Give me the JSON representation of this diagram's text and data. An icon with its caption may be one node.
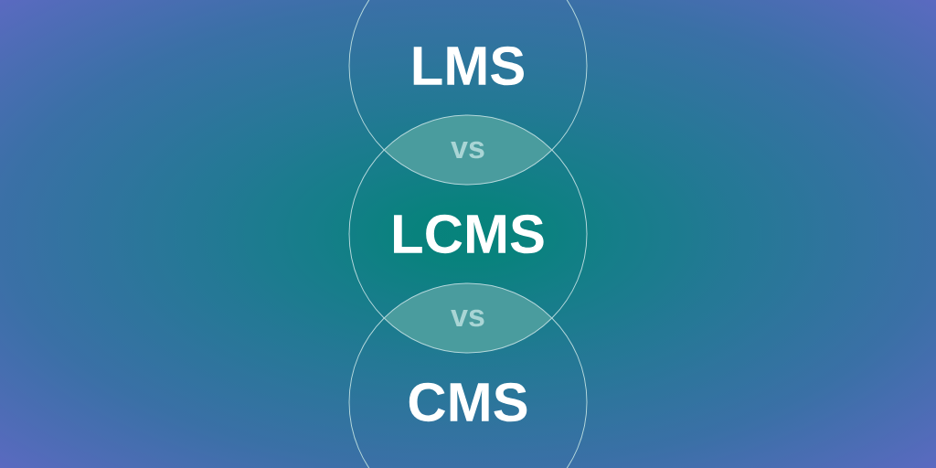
{
  "diagram": {
    "nodes": [
      {
        "text": [
          "LMS"
        ]
      },
      {
        "text": [
          "vs"
        ]
      },
      {
        "text": [
          "LCMS"
        ]
      },
      {
        "text": [
          "vs"
        ]
      },
      {
        "text": [
          "CMS"
        ]
      }
    ]
  }
}
